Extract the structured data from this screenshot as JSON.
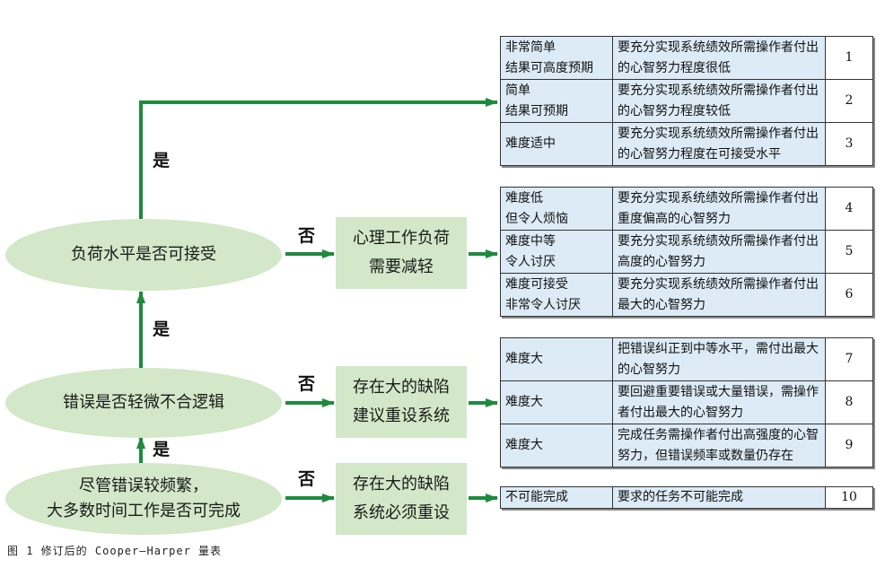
{
  "questions": {
    "q1": "负荷水平是否可接受",
    "q2": "错误是否轻微不合逻辑",
    "q3": "尽管错误较频繁，\n大多数时间工作是否可完成"
  },
  "branch_labels": {
    "yes": "是",
    "no": "否"
  },
  "outcomes": {
    "o1": "心理工作负荷\n需要减轻",
    "o2": "存在大的缺陷\n建议重设系统",
    "o3": "存在大的缺陷\n系统必须重设"
  },
  "rating_groups": [
    {
      "name": "group-acceptable",
      "rows": [
        {
          "category": "非常简单\n结果可高度预期",
          "description": "要充分实现系统绩效所需操作者付出的心智努力程度很低",
          "rating": "1"
        },
        {
          "category": "简单\n结果可预期",
          "description": "要充分实现系统绩效所需操作者付出的心智努力程度较低",
          "rating": "2"
        },
        {
          "category": "难度适中",
          "description": "要充分实现系统绩效所需操作者付出的心智努力程度在可接受水平",
          "rating": "3"
        }
      ]
    },
    {
      "name": "group-load-reduction",
      "rows": [
        {
          "category": "难度低\n但令人烦恼",
          "description": "要充分实现系统绩效所需操作者付出重度偏高的心智努力",
          "rating": "4"
        },
        {
          "category": "难度中等\n令人讨厌",
          "description": "要充分实现系统绩效所需操作者付出高度的心智努力",
          "rating": "5"
        },
        {
          "category": "难度可接受\n非常令人讨厌",
          "description": "要充分实现系统绩效所需操作者付出最大的心智努力",
          "rating": "6"
        }
      ]
    },
    {
      "name": "group-redesign-recommended",
      "rows": [
        {
          "category": "难度大",
          "description": "把错误纠正到中等水平，需付出最大的心智努力",
          "rating": "7"
        },
        {
          "category": "难度大",
          "description": "要回避重要错误或大量错误，需操作者付出最大的心智努力",
          "rating": "8"
        },
        {
          "category": "难度大",
          "description": "完成任务需操作者付出高强度的心智努力，但错误频率或数量仍存在",
          "rating": "9"
        }
      ]
    },
    {
      "name": "group-redesign-mandatory",
      "rows": [
        {
          "category": "不可能完成",
          "description": "要求的任务不可能完成",
          "rating": "10"
        }
      ]
    }
  ],
  "caption": "图 1  修订后的 Cooper—Harper 量表",
  "colors": {
    "arrow": "#1e8a3e",
    "node_fill": "#d2e8c8",
    "table_fill": "#dcebf6"
  }
}
